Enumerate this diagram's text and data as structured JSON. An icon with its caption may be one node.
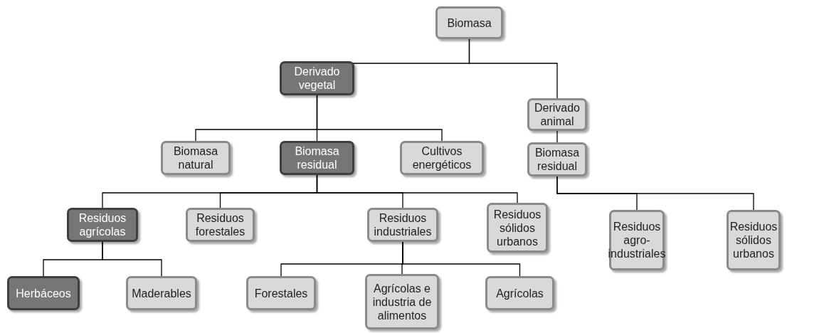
{
  "diagram": {
    "nodes": [
      {
        "text": [
          "Biomasa"
        ]
      },
      {
        "text": [
          "Derivado vegetal"
        ]
      },
      {
        "text": [
          "Derivado animal"
        ]
      },
      {
        "text": [
          "Biomasa natural"
        ]
      },
      {
        "text": [
          "Biomasa residual"
        ]
      },
      {
        "text": [
          "Cultivos energéticos"
        ]
      },
      {
        "text": [
          "Biomasa residual"
        ]
      },
      {
        "text": [
          "Residuos agrícolas"
        ]
      },
      {
        "text": [
          "Residuos forestales"
        ]
      },
      {
        "text": [
          "Residuos industriales"
        ]
      },
      {
        "text": [
          "Residuos sólidos urbanos"
        ]
      },
      {
        "text": [
          "Residuos agro-industriales"
        ]
      },
      {
        "text": [
          "Residuos sólidos urbanos"
        ]
      },
      {
        "text": [
          "Herbáceos"
        ]
      },
      {
        "text": [
          "Maderables"
        ]
      },
      {
        "text": [
          "Forestales"
        ]
      },
      {
        "text": [
          "Agrícolas e industria de alimentos"
        ]
      },
      {
        "text": [
          "Agrícolas"
        ]
      }
    ],
    "edges": [
      {
        "from": 0,
        "to": 1,
        "arrow": "none"
      },
      {
        "from": 0,
        "to": 2,
        "arrow": "none"
      },
      {
        "from": 1,
        "to": 3,
        "arrow": "none"
      },
      {
        "from": 1,
        "to": 4,
        "arrow": "none"
      },
      {
        "from": 1,
        "to": 5,
        "arrow": "none"
      },
      {
        "from": 2,
        "to": 6,
        "arrow": "none"
      },
      {
        "from": 4,
        "to": 7,
        "arrow": "none"
      },
      {
        "from": 4,
        "to": 8,
        "arrow": "none"
      },
      {
        "from": 4,
        "to": 9,
        "arrow": "none"
      },
      {
        "from": 4,
        "to": 10,
        "arrow": "none"
      },
      {
        "from": 6,
        "to": 11,
        "arrow": "none"
      },
      {
        "from": 6,
        "to": 12,
        "arrow": "none"
      },
      {
        "from": 7,
        "to": 13,
        "arrow": "none"
      },
      {
        "from": 7,
        "to": 14,
        "arrow": "none"
      },
      {
        "from": 9,
        "to": 15,
        "arrow": "none"
      },
      {
        "from": 9,
        "to": 16,
        "arrow": "none"
      },
      {
        "from": 9,
        "to": 17,
        "arrow": "none"
      }
    ]
  }
}
